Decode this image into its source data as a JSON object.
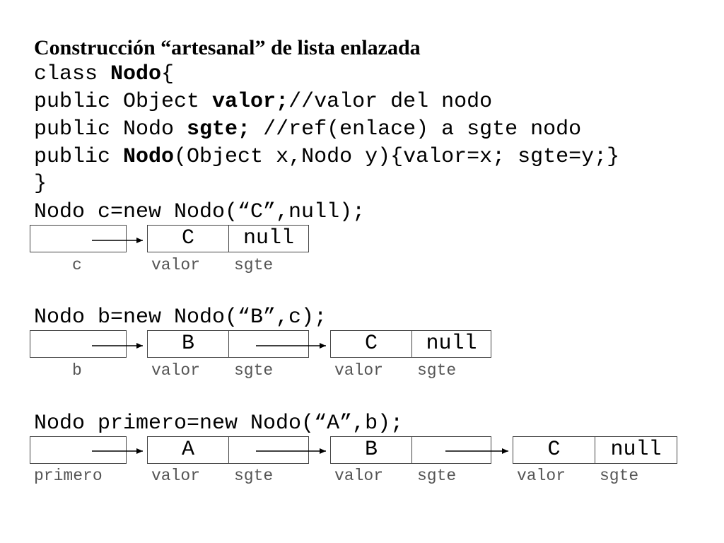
{
  "title": "Construcción “artesanal” de lista enlazada",
  "code": {
    "line1_pre": "class ",
    "line1_bold": "Nodo",
    "line1_post": "{",
    "line2_pre": "public Object ",
    "line2_bold": "valor;",
    "line2_post": "//valor del nodo",
    "line3_pre": "public Nodo ",
    "line3_bold": "sgte;",
    "line3_post": " //ref(enlace) a sgte nodo",
    "line4_pre": "public ",
    "line4_bold": "Nodo",
    "line4_post": "(Object x,Nodo y){valor=x; sgte=y;}",
    "line5": "}"
  },
  "stmt_c": "Nodo c=new Nodo(“C”,null);",
  "stmt_b": "Nodo b=new Nodo(“B”,c);",
  "stmt_primero": "Nodo primero=new Nodo(“A”,b);",
  "diagram_c": {
    "var_label": "c",
    "node": {
      "value": "C",
      "next": "null",
      "value_label": "valor",
      "next_label": "sgte"
    }
  },
  "diagram_b": {
    "var_label": "b",
    "node1": {
      "value": "B",
      "value_label": "valor",
      "next_label": "sgte"
    },
    "node2": {
      "value": "C",
      "next": "null",
      "value_label": "valor",
      "next_label": "sgte"
    }
  },
  "diagram_primero": {
    "var_label": "primero",
    "node1": {
      "value": "A",
      "value_label": "valor",
      "next_label": "sgte"
    },
    "node2": {
      "value": "B",
      "value_label": "valor",
      "next_label": "sgte"
    },
    "node3": {
      "value": "C",
      "next": "null",
      "value_label": "valor",
      "next_label": "sgte"
    }
  }
}
